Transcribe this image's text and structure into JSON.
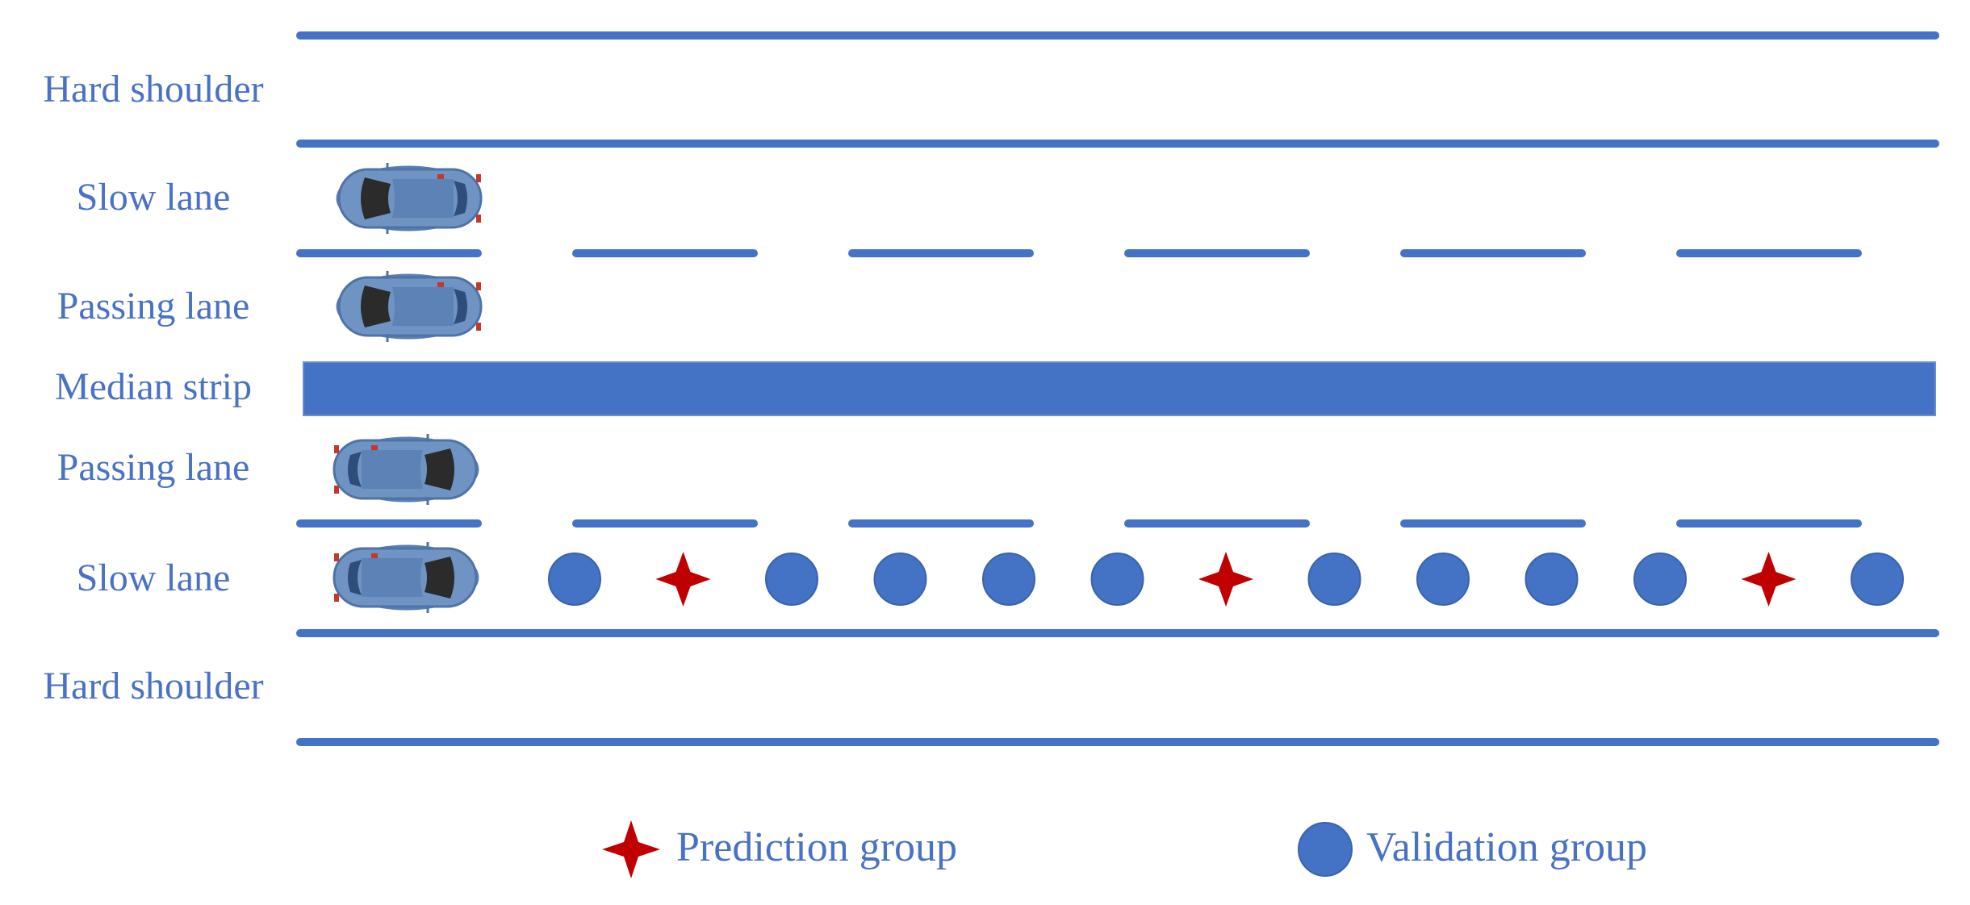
{
  "colors": {
    "road_marking": "#4472c4",
    "median": "#4472c4",
    "label_text": "#4a72c4",
    "prediction_marker": "#c00000",
    "validation_marker": "#4472c4",
    "car_body": "#6f93c2"
  },
  "lanes": [
    {
      "label": "Hard shoulder"
    },
    {
      "label": "Slow lane"
    },
    {
      "label": "Passing lane"
    },
    {
      "label": "Median strip"
    },
    {
      "label": "Passing lane"
    },
    {
      "label": "Slow lane"
    },
    {
      "label": "Hard shoulder"
    }
  ],
  "cars": [
    {
      "lane": "Slow lane",
      "direction": "left"
    },
    {
      "lane": "Passing lane",
      "direction": "left"
    },
    {
      "lane": "Passing lane",
      "direction": "right"
    },
    {
      "lane": "Slow lane",
      "direction": "right"
    }
  ],
  "marker_sequence": [
    "validation",
    "prediction",
    "validation",
    "validation",
    "validation",
    "validation",
    "prediction",
    "validation",
    "validation",
    "validation",
    "validation",
    "prediction",
    "validation"
  ],
  "legend": {
    "prediction": {
      "label": "Prediction group",
      "icon": "red-four-point-star-icon"
    },
    "validation": {
      "label": "Validation group",
      "icon": "blue-circle-icon"
    }
  }
}
